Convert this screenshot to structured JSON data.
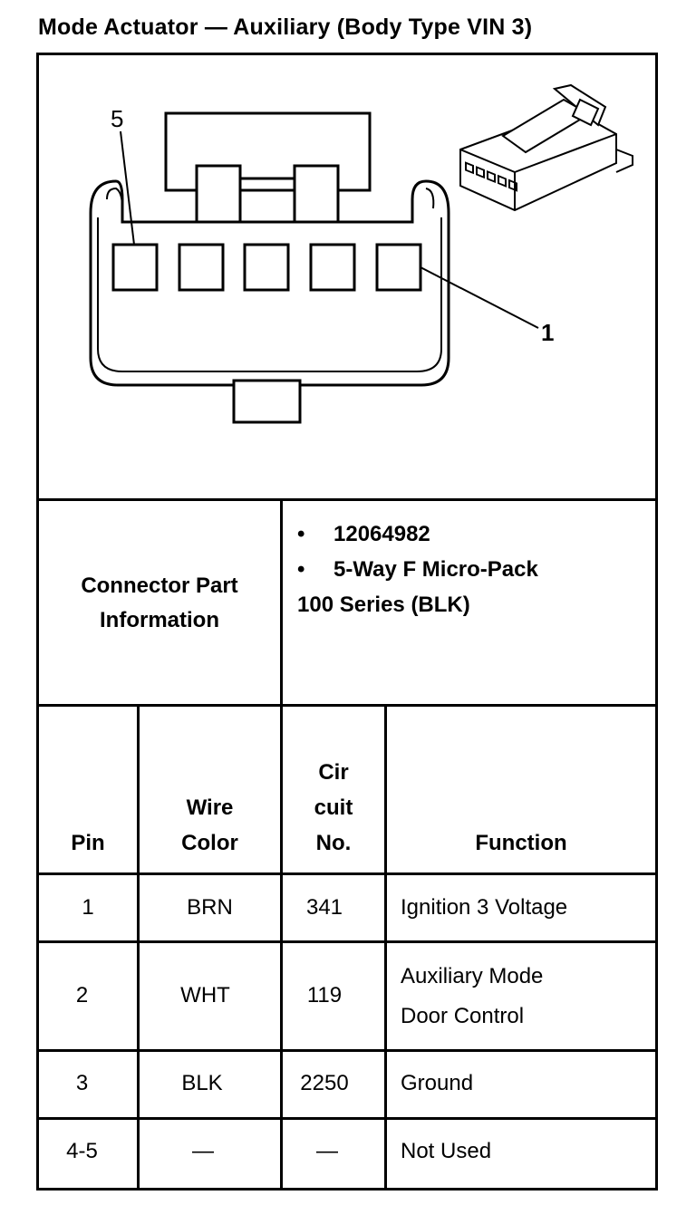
{
  "title": "Mode Actuator — Auxiliary (Body Type VIN 3)",
  "diagram": {
    "callout_pin5": "5",
    "callout_pin1": "1"
  },
  "connector": {
    "label_line1": "Connector Part",
    "label_line2": "Information",
    "bullet_glyph": "•",
    "part_number": "12064982",
    "desc_line1": "5-Way F Micro-Pack",
    "desc_line2": "100 Series (BLK)"
  },
  "table": {
    "headers": {
      "pin": "Pin",
      "wire_color_1": "Wire",
      "wire_color_2": "Color",
      "circuit_1": "Cir",
      "circuit_2": "cuit",
      "circuit_3": "No.",
      "function": "Function"
    },
    "rows": [
      {
        "pin": "1",
        "wire": "BRN",
        "circuit": "341",
        "function_1": "Ignition 3 Voltage",
        "function_2": ""
      },
      {
        "pin": "2",
        "wire": "WHT",
        "circuit": "119",
        "function_1": "Auxiliary Mode",
        "function_2": "Door Control"
      },
      {
        "pin": "3",
        "wire": "BLK",
        "circuit": "2250",
        "function_1": "Ground",
        "function_2": ""
      },
      {
        "pin": "4-5",
        "wire": "—",
        "circuit": "—",
        "function_1": "Not Used",
        "function_2": ""
      }
    ]
  }
}
